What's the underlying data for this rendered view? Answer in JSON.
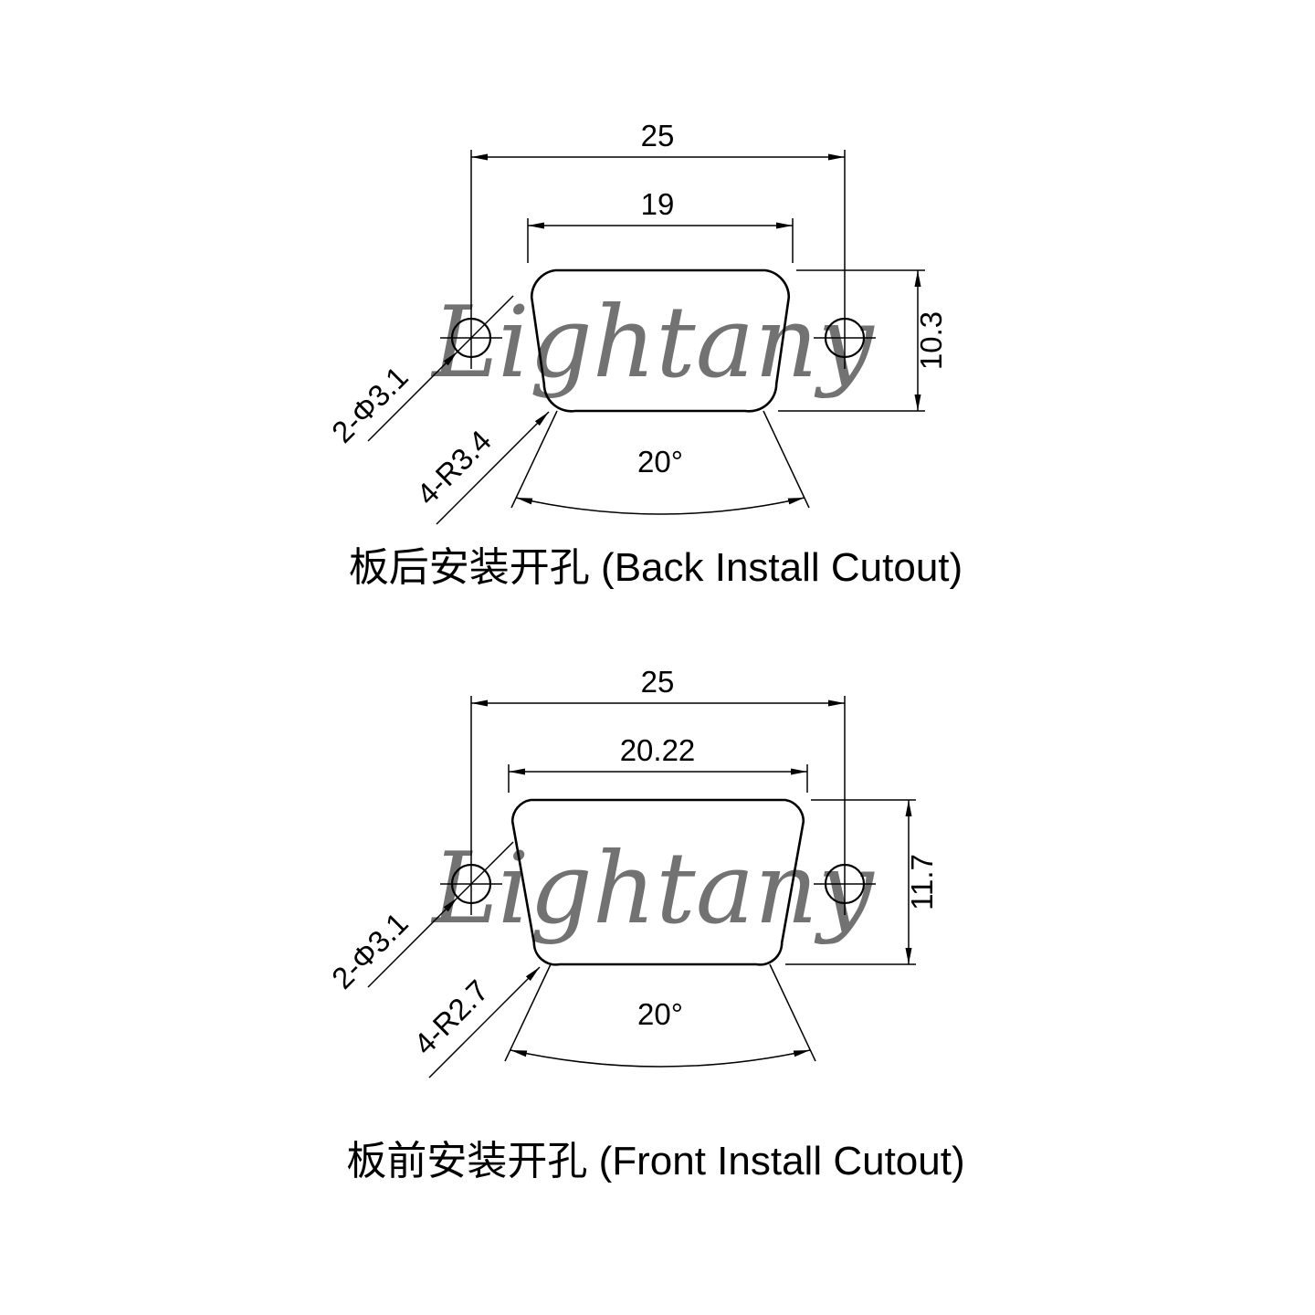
{
  "page": {
    "background": "#ffffff"
  },
  "watermark": {
    "text": "Lightany",
    "color": "#f6d2d2"
  },
  "back_drawing": {
    "caption": "板后安装开孔 (Back Install Cutout)",
    "dim_hole_span": "25",
    "dim_top_width": "19",
    "dim_height": "10.3",
    "label_holes": "2-Φ3.1",
    "label_corner_radius": "4-R3.4",
    "label_angle": "20°"
  },
  "front_drawing": {
    "caption": "板前安装开孔 (Front Install Cutout)",
    "dim_hole_span": "25",
    "dim_top_width": "20.22",
    "dim_height": "11.7",
    "label_holes": "2-Φ3.1",
    "label_corner_radius": "4-R2.7",
    "label_angle": "20°"
  }
}
